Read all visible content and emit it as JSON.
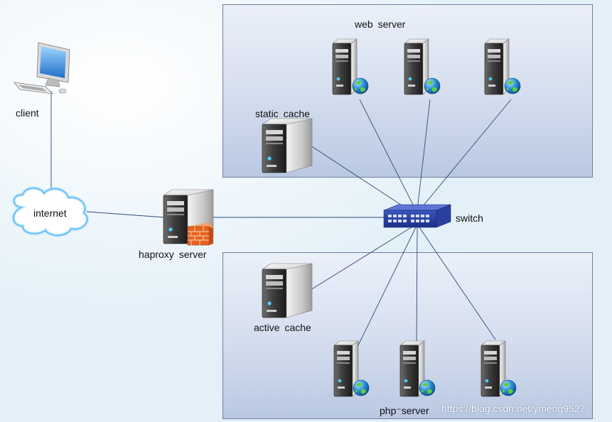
{
  "nodes": {
    "client": "client",
    "internet": "internet",
    "haproxy": "haproxy  server",
    "switch": "switch",
    "web_server_group": "web  server",
    "static_cache": "static  cache",
    "active_cache": "active  cache",
    "php_server_group": "php⁻server"
  },
  "watermark": "https://blog.csdn.net/ymeng9527",
  "colors": {
    "zone_fill_top": "#ebf0f9",
    "zone_fill_bottom": "#b9c8e2",
    "link_line": "#2d4a7a",
    "switch_body": "#243c9a",
    "firewall": "#e8621e"
  },
  "icons": {
    "client": "desktop-computer-icon",
    "internet": "cloud-icon",
    "haproxy": "server-with-firewall-icon",
    "switch": "network-switch-icon",
    "web_server": "web-server-globe-icon",
    "cache": "tower-server-icon",
    "php_server": "web-server-globe-icon"
  }
}
